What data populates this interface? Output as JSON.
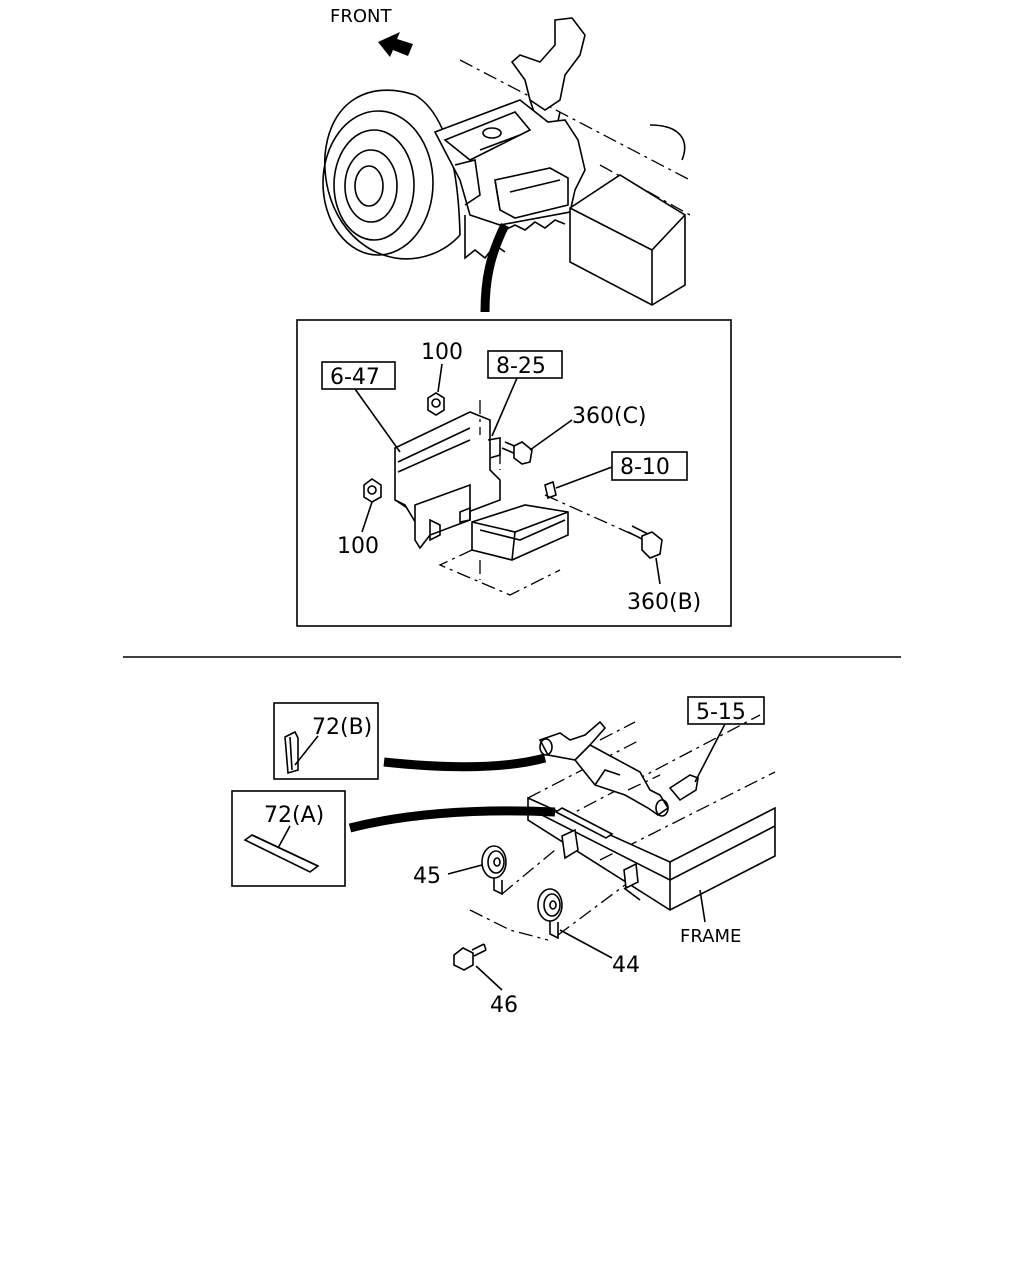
{
  "labels": {
    "front": "FRONT",
    "frame": "FRAME",
    "ref_6_47": "6-47",
    "ref_8_25": "8-25",
    "ref_8_10": "8-10",
    "ref_5_15": "5-15",
    "nut_100_top": "100",
    "nut_100_bottom": "100",
    "bolt_360c": "360(C)",
    "bolt_360b": "360(B)",
    "clip_72b": "72(B)",
    "tape_72a": "72(A)",
    "horn_45": "45",
    "horn_44": "44",
    "bolt_46": "46"
  }
}
